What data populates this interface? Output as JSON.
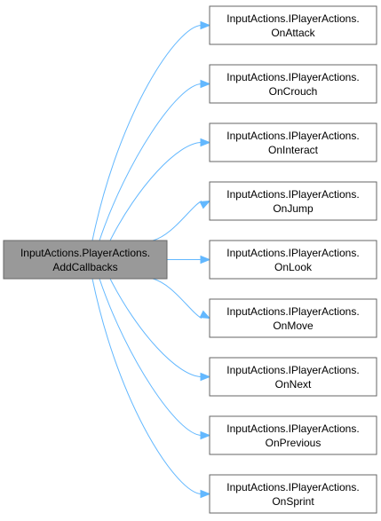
{
  "colors": {
    "source_fill": "#999999",
    "target_fill": "#ffffff",
    "node_border": "#666666",
    "edge": "#63b8ff"
  },
  "source": {
    "line1": "InputActions.PlayerActions.",
    "line2": "AddCallbacks"
  },
  "targets": [
    {
      "line1": "InputActions.IPlayerActions.",
      "line2": "OnAttack"
    },
    {
      "line1": "InputActions.IPlayerActions.",
      "line2": "OnCrouch"
    },
    {
      "line1": "InputActions.IPlayerActions.",
      "line2": "OnInteract"
    },
    {
      "line1": "InputActions.IPlayerActions.",
      "line2": "OnJump"
    },
    {
      "line1": "InputActions.IPlayerActions.",
      "line2": "OnLook"
    },
    {
      "line1": "InputActions.IPlayerActions.",
      "line2": "OnMove"
    },
    {
      "line1": "InputActions.IPlayerActions.",
      "line2": "OnNext"
    },
    {
      "line1": "InputActions.IPlayerActions.",
      "line2": "OnPrevious"
    },
    {
      "line1": "InputActions.IPlayerActions.",
      "line2": "OnSprint"
    }
  ]
}
